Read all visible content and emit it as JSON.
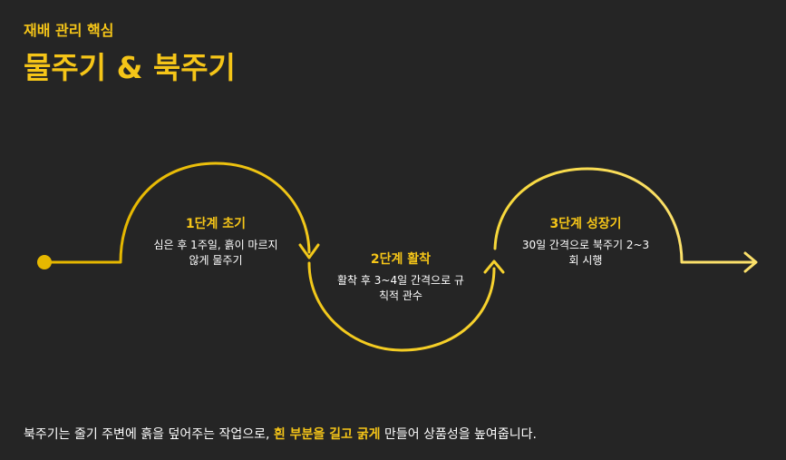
{
  "header": {
    "eyebrow": "재배 관리 핵심",
    "title": "물주기 & 북주기"
  },
  "steps": [
    {
      "label": "1단계 초기",
      "desc_line1": "심은 후 1주일, 흙이 마르지",
      "desc_line2": "않게 물주기"
    },
    {
      "label": "2단계 활착",
      "desc_line1": "활착 후 3~4일 간격으로 규",
      "desc_line2": "칙적 관수"
    },
    {
      "label": "3단계 성장기",
      "desc_line1": "30일 간격으로 북주기 2~3",
      "desc_line2": "회 시행"
    }
  ],
  "footer": {
    "before": "북주기는 줄기 주변에 흙을 덮어주는 작업으로, ",
    "highlight": "흰 부분을 길고 굵게",
    "after": " 만들어 상품성을 높여줍니다."
  },
  "colors": {
    "background": "#252525",
    "accent": "#f5c518",
    "accent_light": "#f7dd55"
  }
}
